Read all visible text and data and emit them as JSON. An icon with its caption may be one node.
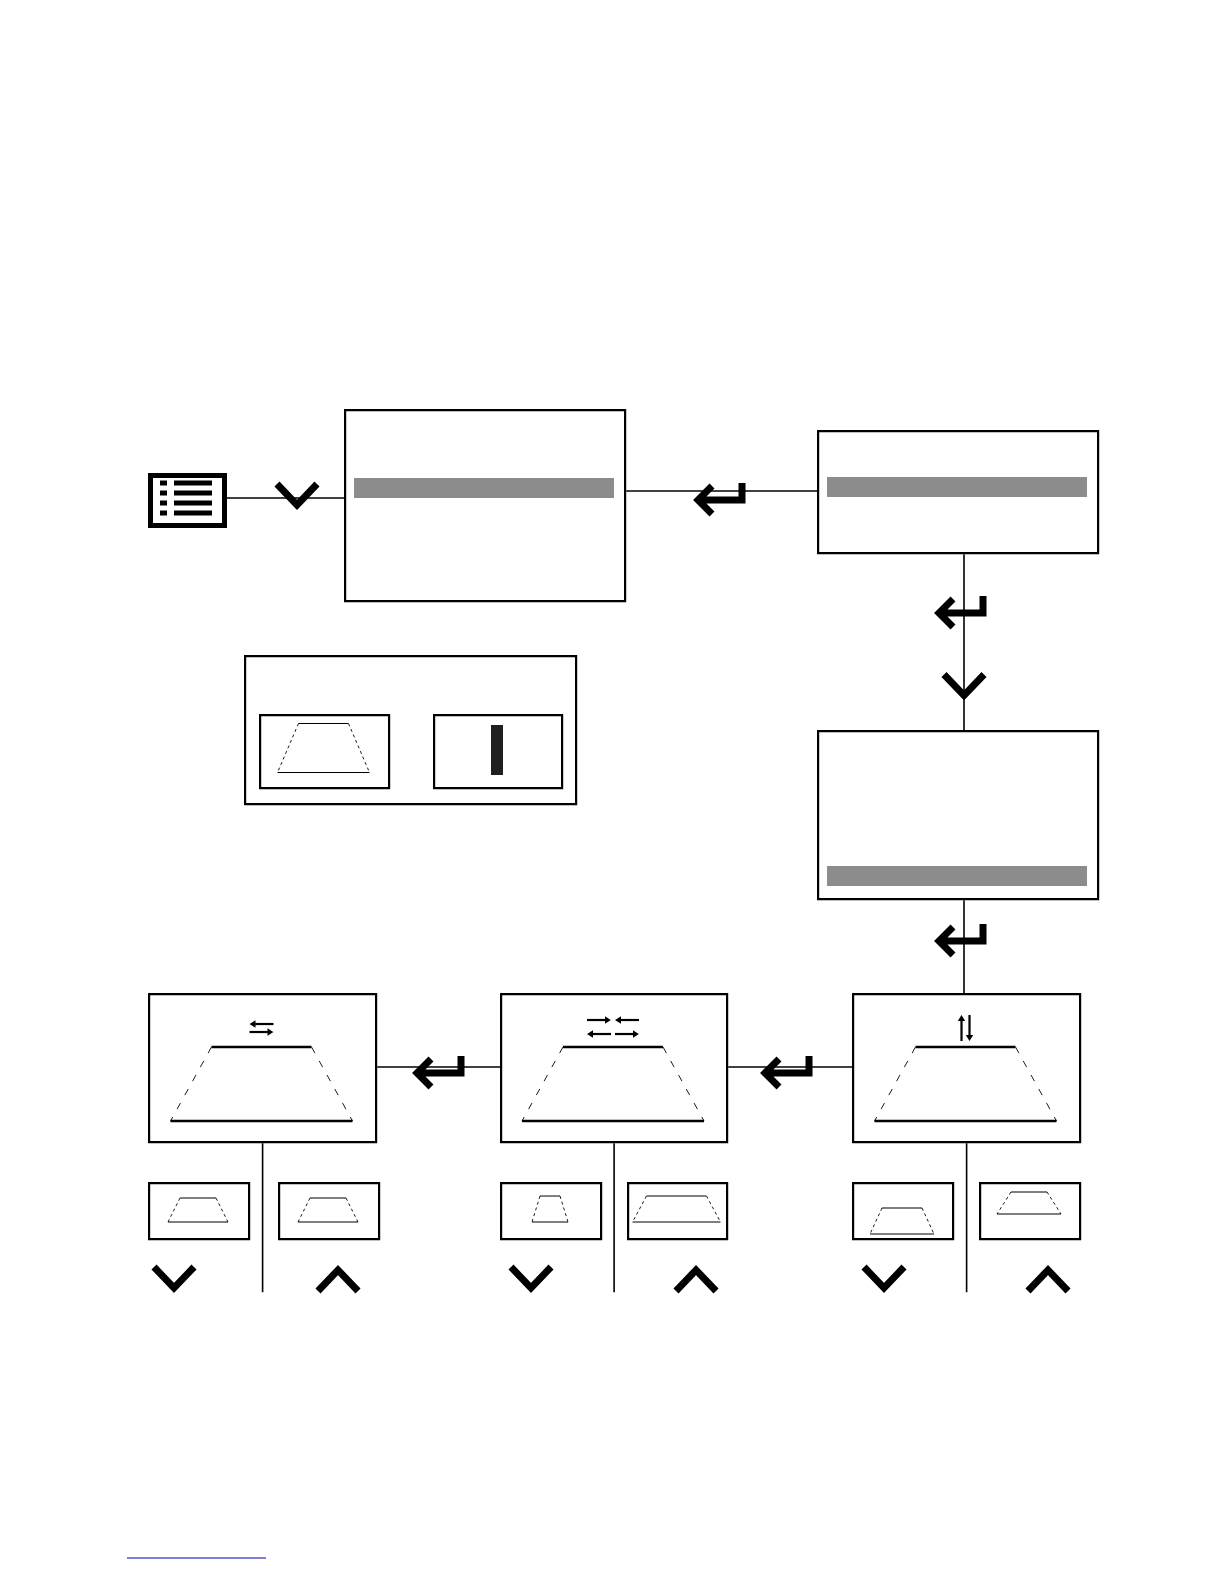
{
  "diagram": {
    "nodes": [
      {
        "text": [],
        "shape": "icon"
      },
      {
        "text": [],
        "shape": "box"
      },
      {
        "text": [],
        "shape": "box"
      },
      {
        "text": [],
        "shape": "box"
      },
      {
        "text": [],
        "shape": "box",
        "in": 3
      },
      {
        "text": [],
        "shape": "box",
        "in": 3
      },
      {
        "text": [],
        "shape": "box"
      },
      {
        "text": [],
        "shape": "box"
      },
      {
        "text": [],
        "shape": "box"
      },
      {
        "text": [],
        "shape": "box"
      },
      {
        "text": [],
        "shape": "box"
      },
      {
        "text": [],
        "shape": "box"
      },
      {
        "text": [],
        "shape": "box"
      },
      {
        "text": [],
        "shape": "box"
      },
      {
        "text": [],
        "shape": "box"
      },
      {
        "text": [],
        "shape": "box"
      }
    ],
    "edges": [
      {
        "from": 0,
        "to": 1,
        "arrow": "none"
      },
      {
        "from": 1,
        "to": 2,
        "arrow": "none"
      },
      {
        "from": 2,
        "to": 6,
        "arrow": "to"
      },
      {
        "from": 6,
        "to": 7,
        "arrow": "none"
      },
      {
        "from": 7,
        "to": 8,
        "arrow": "none"
      },
      {
        "from": 8,
        "to": 9,
        "arrow": "none"
      },
      {
        "from": 9,
        "to": null,
        "arrow": "none"
      },
      {
        "from": 8,
        "to": null,
        "arrow": "none"
      },
      {
        "from": 7,
        "to": null,
        "arrow": "none"
      }
    ]
  }
}
